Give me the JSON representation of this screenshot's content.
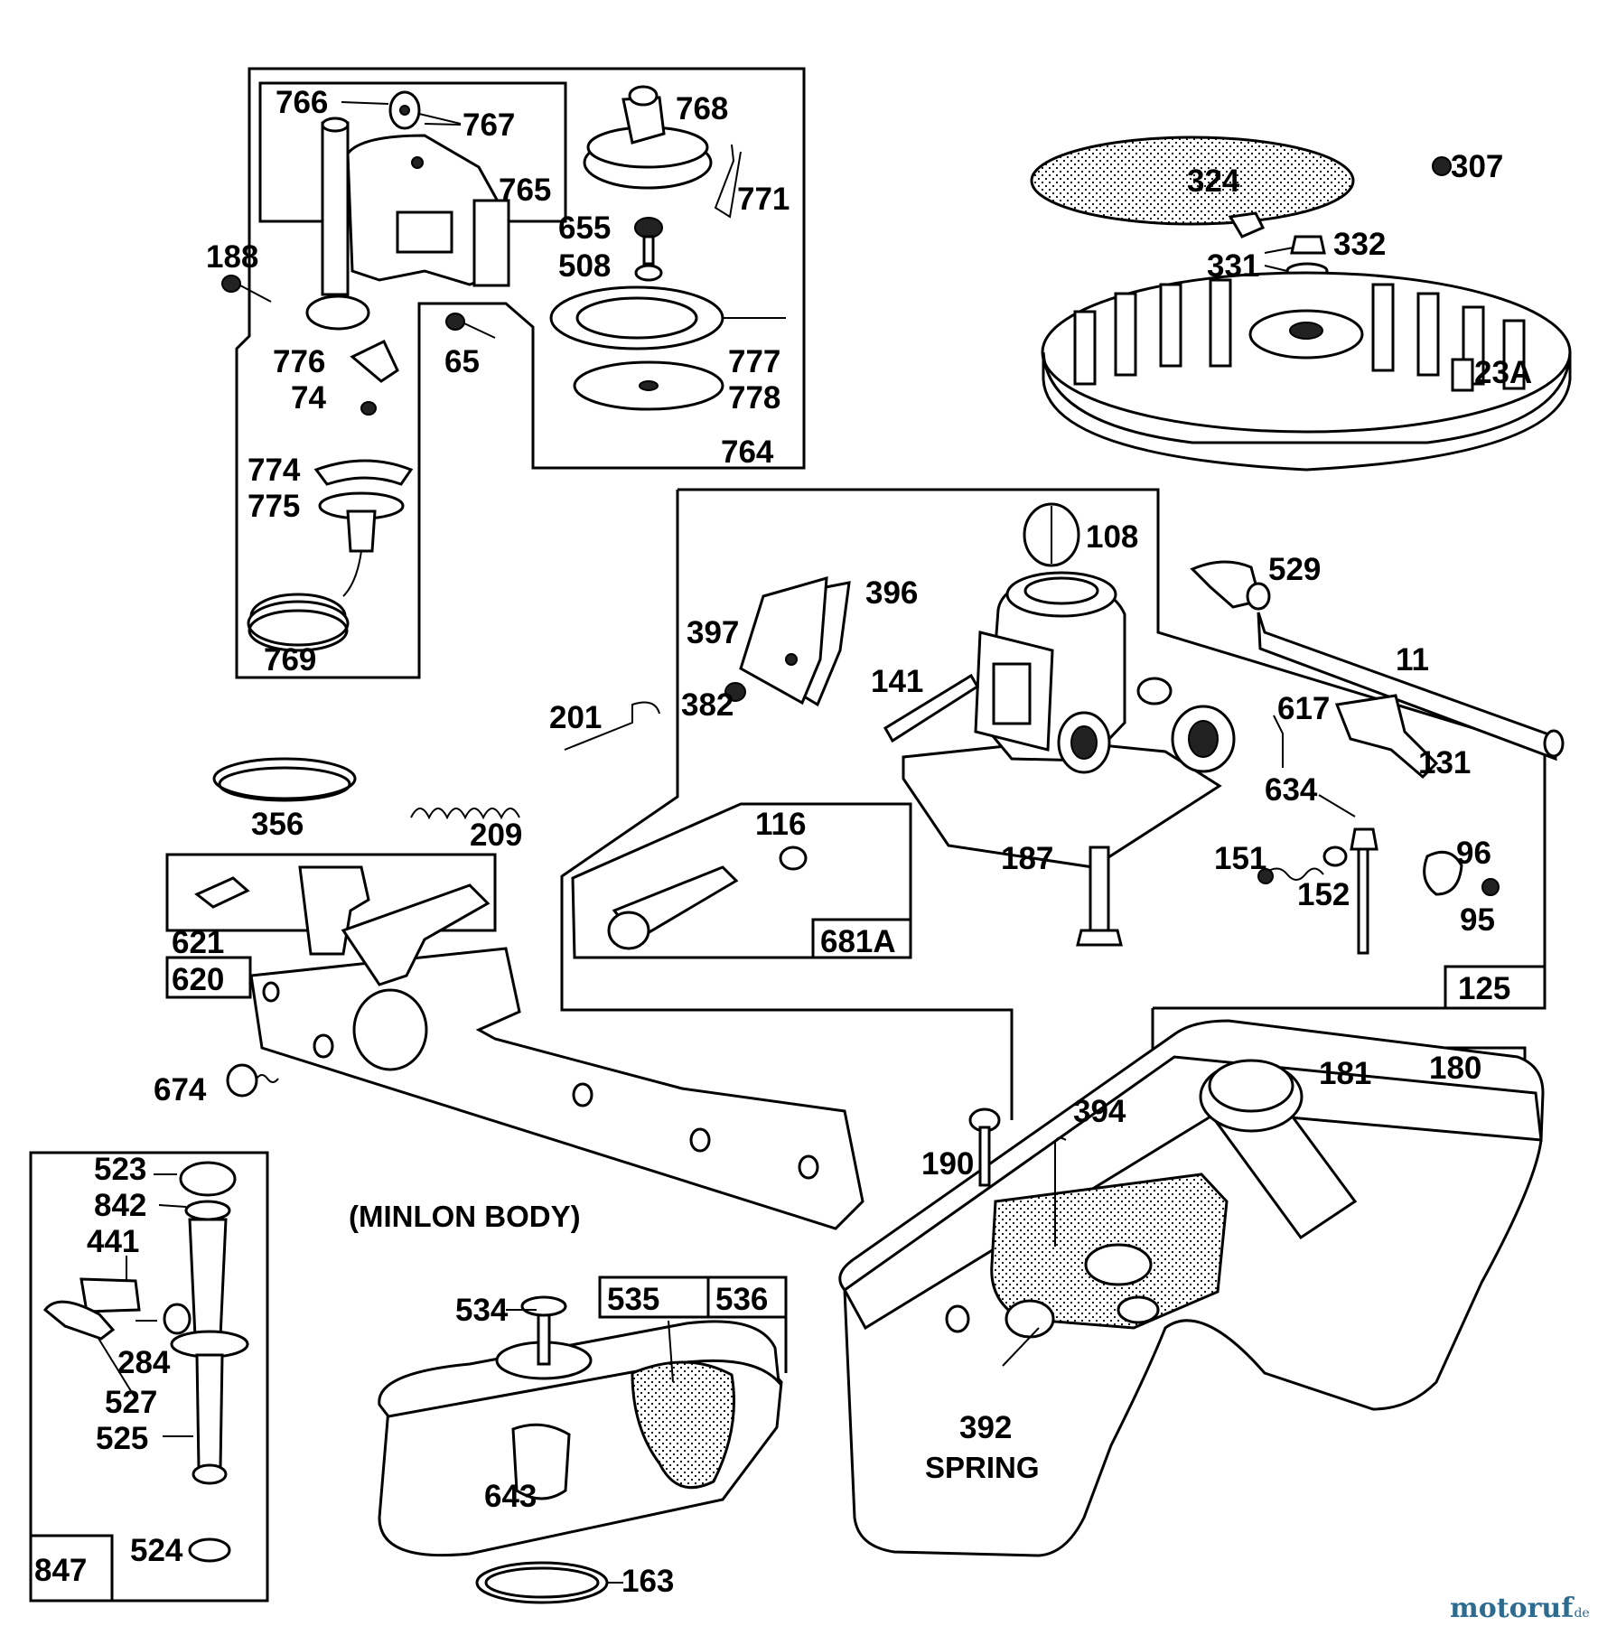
{
  "parts": {
    "p766": "766",
    "p767": "767",
    "p765": "765",
    "p768": "768",
    "p771": "771",
    "p655": "655",
    "p508": "508",
    "p188": "188",
    "p65": "65",
    "p776": "776",
    "p74": "74",
    "p777": "777",
    "p778": "778",
    "p764": "764",
    "p774": "774",
    "p775": "775",
    "p769": "769",
    "p324": "324",
    "p307": "307",
    "p332": "332",
    "p331": "331",
    "p23A": "23A",
    "p108": "108",
    "p529": "529",
    "p396": "396",
    "p397": "397",
    "p11": "11",
    "p141": "141",
    "p382": "382",
    "p201": "201",
    "p617": "617",
    "p131": "131",
    "p634": "634",
    "p356": "356",
    "p116": "116",
    "p209": "209",
    "p187": "187",
    "p151": "151",
    "p96": "96",
    "p152": "152",
    "p95": "95",
    "p621": "621",
    "p681A": "681A",
    "p620": "620",
    "p125": "125",
    "p674": "674",
    "p181": "181",
    "p180": "180",
    "p394": "394",
    "p190": "190",
    "p523": "523",
    "p842": "842",
    "p441": "441",
    "p534": "534",
    "p535": "535",
    "p536": "536",
    "p284": "284",
    "p527": "527",
    "p525": "525",
    "p392": "392",
    "p643": "643",
    "p524": "524",
    "p163": "163",
    "p847": "847"
  },
  "notes": {
    "minlon_body": "(MINLON BODY)",
    "spring": "SPRING"
  },
  "watermark": {
    "brand": "motoruf",
    "tld": ".de"
  },
  "colors": {
    "ink": "#000000",
    "watermark": "#2e6b8f"
  }
}
